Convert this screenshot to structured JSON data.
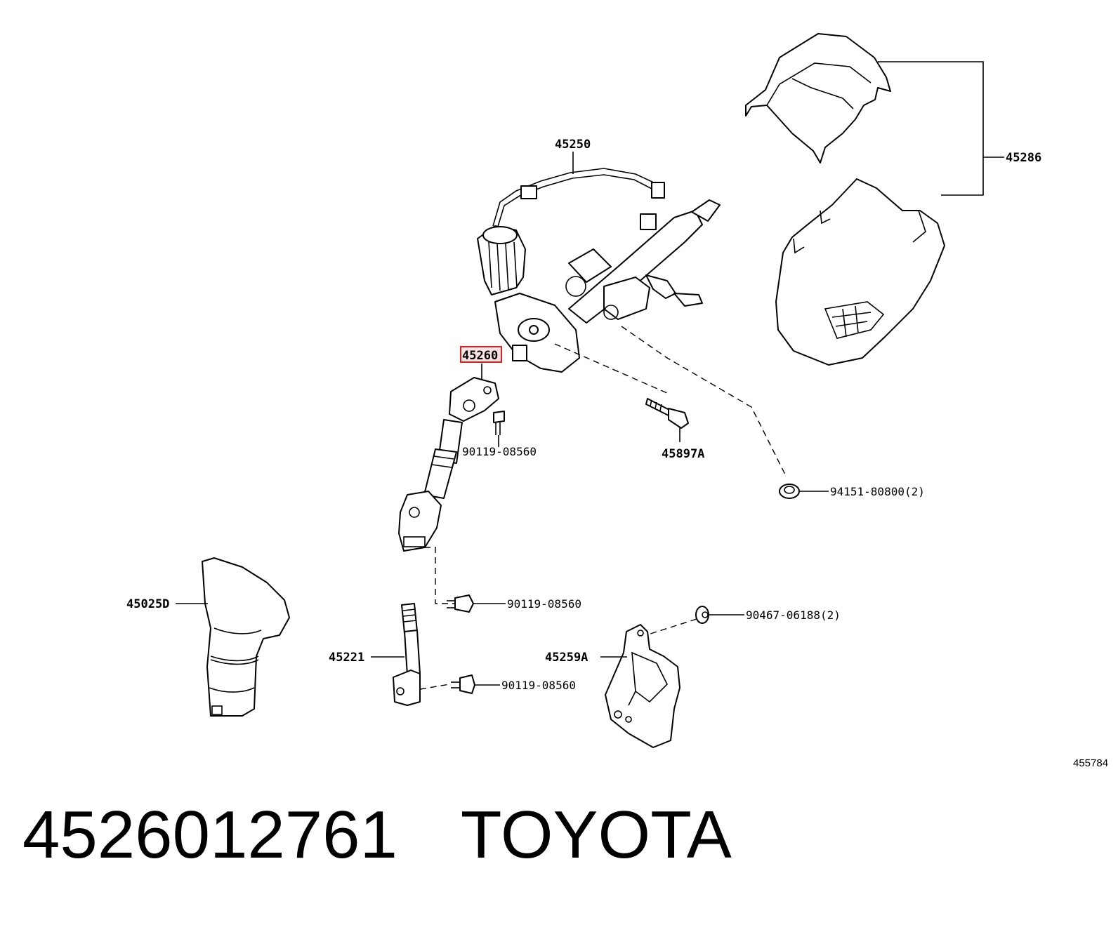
{
  "diagram": {
    "labels": {
      "column_assy": "45250",
      "column_cover": "45286",
      "shaft_assy": "45260",
      "bolt_upper": "90119-08560",
      "bolt_45897": "45897A",
      "nut_94151": "94151-80800(2)",
      "boot_45025": "45025D",
      "bolt_middle": "90119-08560",
      "screw_90467": "90467-06188(2)",
      "shaft_45221": "45221",
      "bolt_lower": "90119-08560",
      "cover_45259": "45259A"
    },
    "reference_number": "455784",
    "highlighted_part": "45260",
    "highlight_color": "#e02020"
  },
  "footer": {
    "part_number": "4526012761",
    "brand": "TOYOTA"
  }
}
